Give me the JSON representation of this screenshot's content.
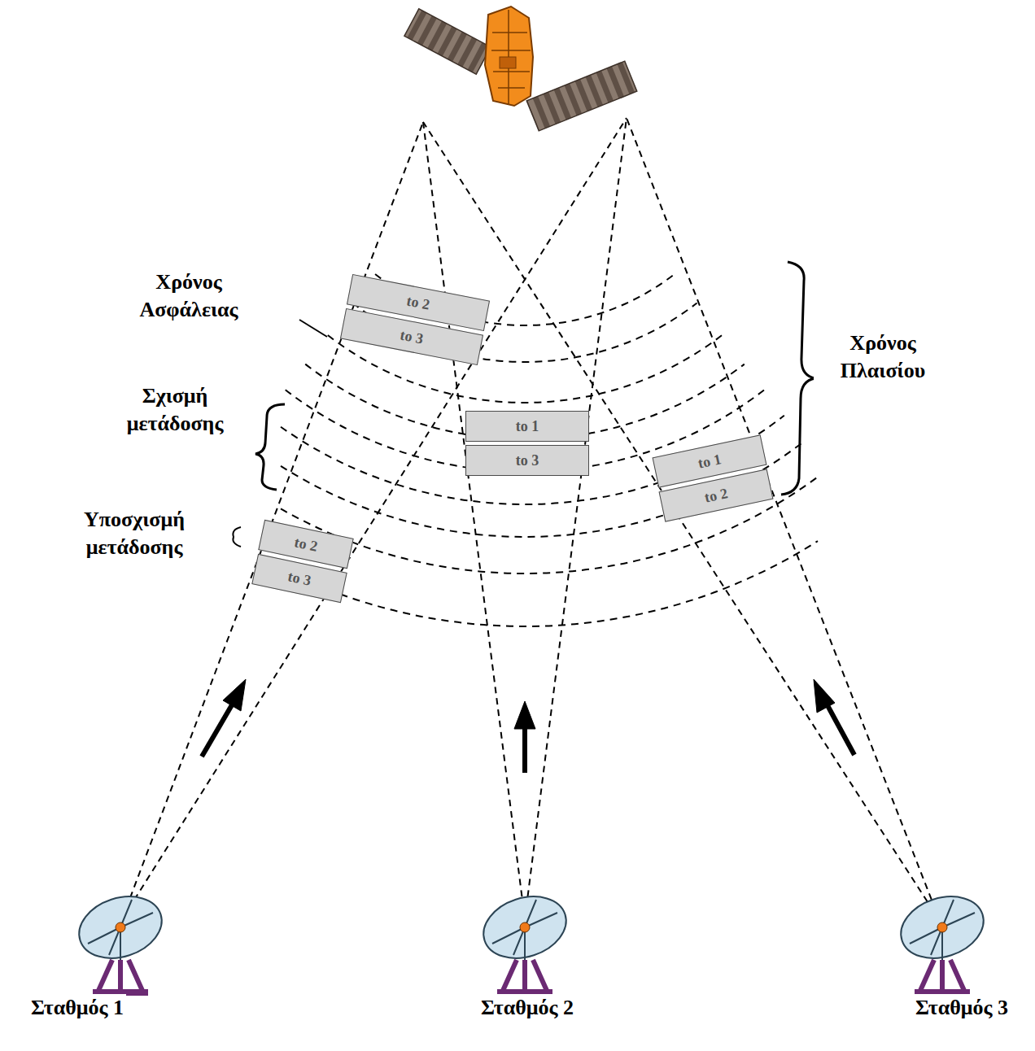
{
  "diagram": {
    "nodes": [
      {
        "text": [
          "to 2"
        ]
      },
      {
        "text": [
          "to 3"
        ]
      },
      {
        "text": [
          "to 1"
        ]
      },
      {
        "text": [
          "to 3"
        ]
      },
      {
        "text": [
          "to 1"
        ]
      },
      {
        "text": [
          "to 2"
        ]
      },
      {
        "text": [
          "to 2"
        ]
      },
      {
        "text": [
          "to 3"
        ]
      }
    ],
    "labels": [
      "Χρόνος Ασφάλειας",
      "Χρόνος Πλαισίου",
      "Σχισμή μετάδοσης",
      "Υποσχισμή μετάδοσης",
      "Σταθμός 1",
      "Σταθμός 2",
      "Σταθμός 3"
    ]
  }
}
